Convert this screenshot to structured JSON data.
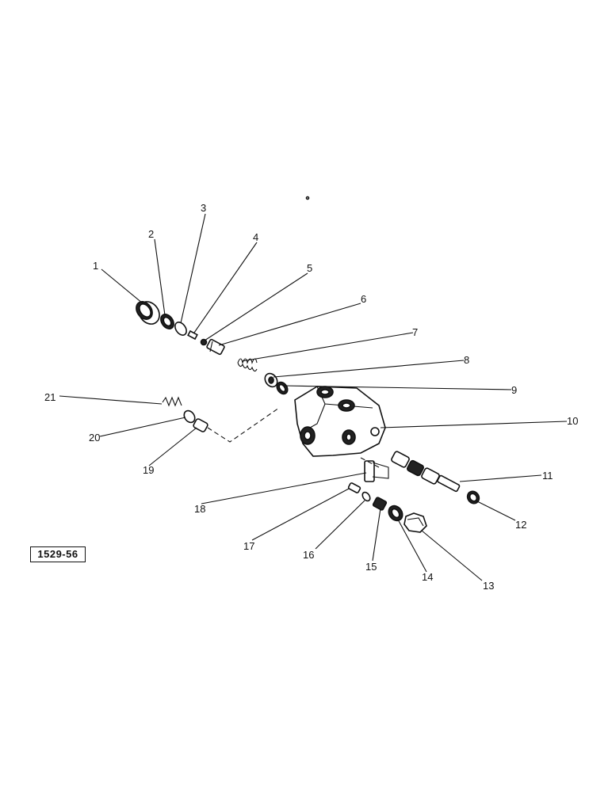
{
  "figure_code": "1529-56",
  "callouts": [
    "1",
    "2",
    "3",
    "4",
    "5",
    "6",
    "7",
    "8",
    "9",
    "10",
    "11",
    "12",
    "13",
    "14",
    "15",
    "16",
    "17",
    "18",
    "19",
    "20",
    "21"
  ]
}
